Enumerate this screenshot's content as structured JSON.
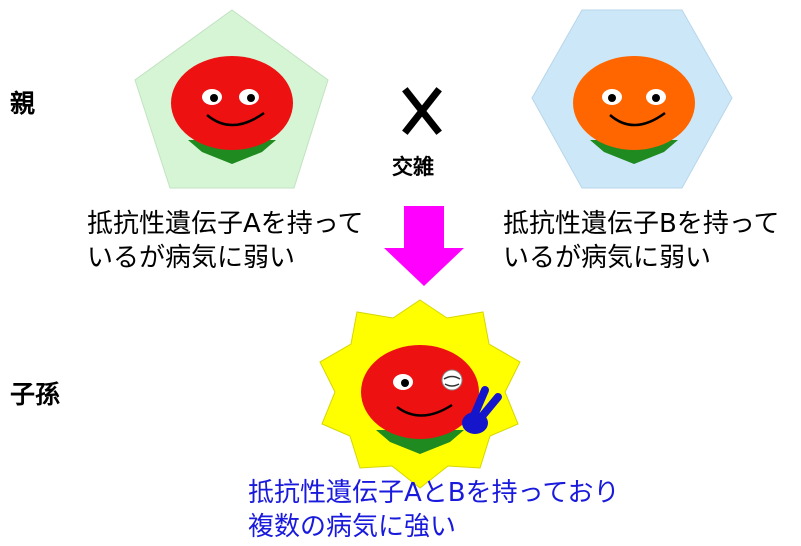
{
  "labels": {
    "parents": "親",
    "offspring": "子孫",
    "cross": "交雑"
  },
  "parent_a": {
    "line1": "抵抗性遺伝子Aを持って",
    "line2": "いるが病気に弱い",
    "badge_color": "#d5f5d5",
    "face_color": "#ee1111"
  },
  "parent_b": {
    "line1": "抵抗性遺伝子Bを持って",
    "line2": "いるが病気に弱い",
    "badge_color": "#cce8f8",
    "face_color": "#ff6600"
  },
  "offspring": {
    "line1": "抵抗性遺伝子AとBを持っており",
    "line2": "複数の病気に強い",
    "badge_color": "#ffff00",
    "face_color": "#ee1111",
    "text_color": "#1a1adc"
  },
  "colors": {
    "arrow": "#ff00ff",
    "leaf": "#1f8a1f",
    "hand": "#1515cc"
  }
}
